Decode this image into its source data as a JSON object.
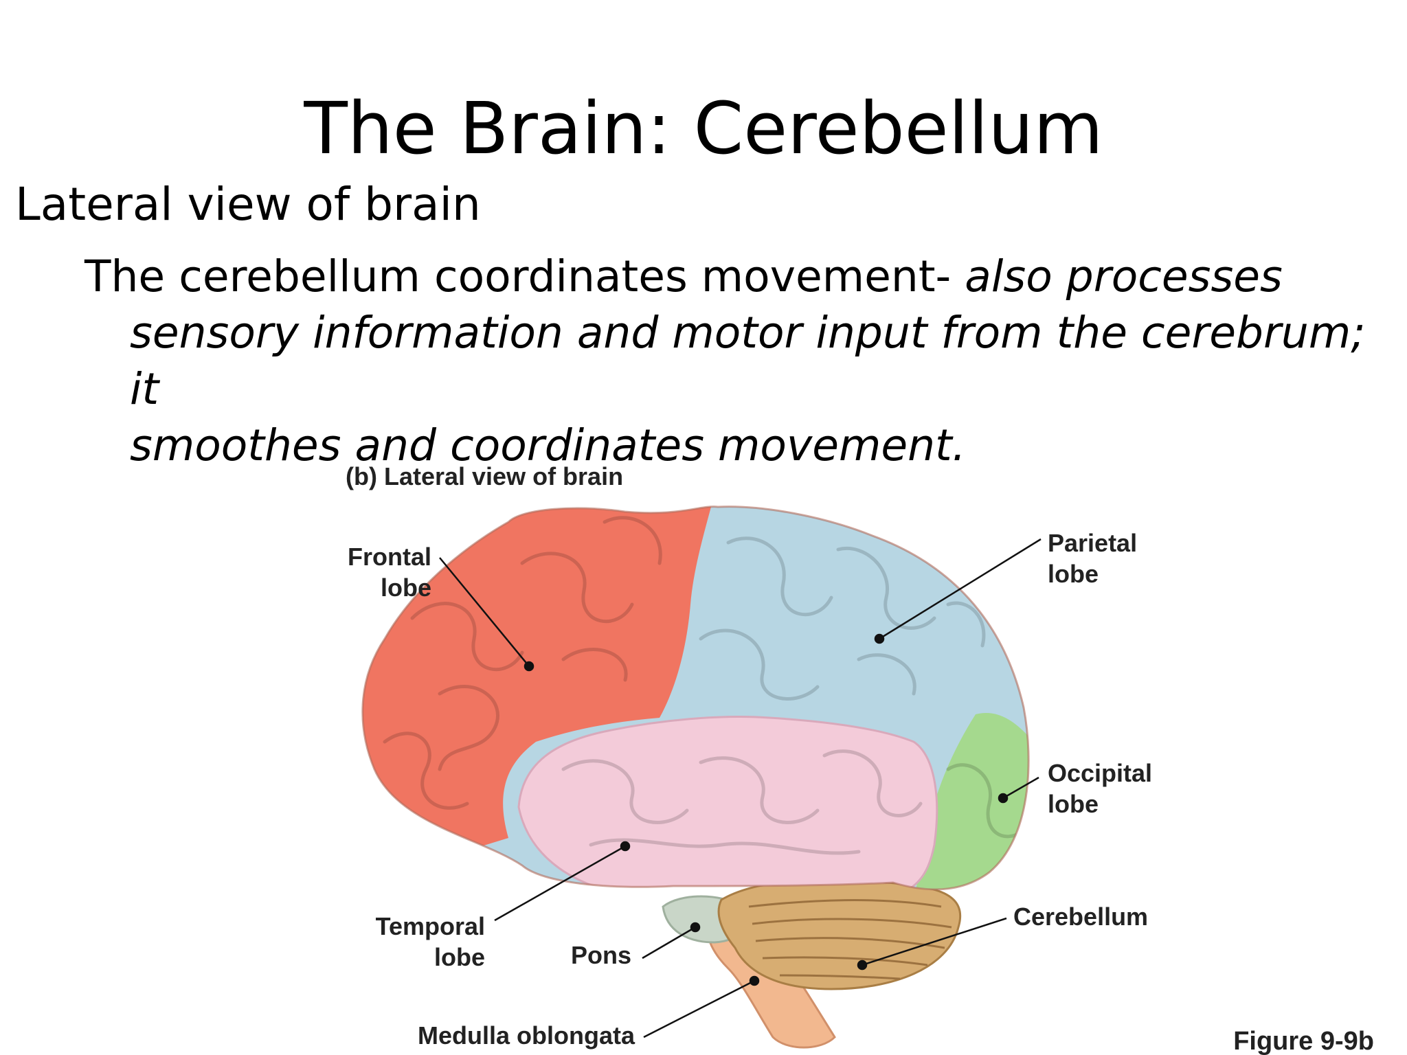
{
  "slide": {
    "title": "The Brain: Cerebellum",
    "bullet_level1": "Lateral view of brain",
    "bullet_level2": {
      "normal": "The cerebellum coordinates movement- ",
      "italic_line1": "also processes",
      "italic_line2": "sensory information and motor input from the cerebrum; it",
      "italic_line3": "smoothes and coordinates movement."
    }
  },
  "figure": {
    "caption": "(b) Lateral view of brain",
    "labels": {
      "frontal_1": "Frontal",
      "frontal_2": "lobe",
      "parietal_1": "Parietal",
      "parietal_2": "lobe",
      "occipital_1": "Occipital",
      "occipital_2": "lobe",
      "temporal_1": "Temporal",
      "temporal_2": "lobe",
      "pons": "Pons",
      "cerebellum": "Cerebellum",
      "medulla": "Medulla oblongata"
    },
    "figure_number": "Figure 9-9b",
    "colors": {
      "frontal": "#f07561",
      "parietal": "#b7d6e3",
      "temporal": "#f3cbd9",
      "occipital": "#a5d98e",
      "cerebellum": "#d7ad72",
      "brainstem": "#f2b88f",
      "pons": "#c9d6c8"
    }
  }
}
